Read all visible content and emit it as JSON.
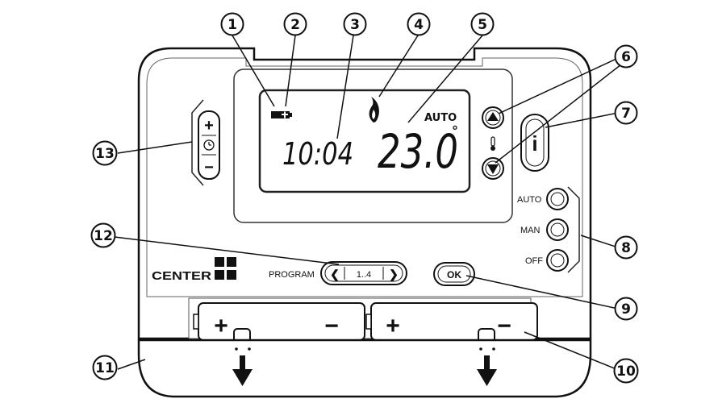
{
  "display": {
    "time": "10:04",
    "temperature": "23.0",
    "mode_indicator": "AUTO",
    "degree_symbol": "°"
  },
  "brand": "CENTER",
  "program": {
    "label": "PROGRAM",
    "range": "1..4",
    "prev_symbol": "❮",
    "next_symbol": "❯"
  },
  "buttons": {
    "ok": "OK",
    "auto": "AUTO",
    "man": "MAN",
    "off": "OFF",
    "info": "i",
    "plus": "+",
    "minus": "−"
  },
  "batteries": [
    {
      "plus": "+",
      "minus": "−"
    },
    {
      "plus": "+",
      "minus": "−"
    }
  ],
  "callouts": [
    "1",
    "2",
    "3",
    "4",
    "5",
    "6",
    "7",
    "8",
    "9",
    "10",
    "11",
    "12",
    "13"
  ],
  "icons": {
    "battery": "battery-icon",
    "flame": "flame-icon",
    "thermometer": "thermometer-icon",
    "clock": "clock-icon",
    "arrow_down": "arrow-down-icon"
  }
}
